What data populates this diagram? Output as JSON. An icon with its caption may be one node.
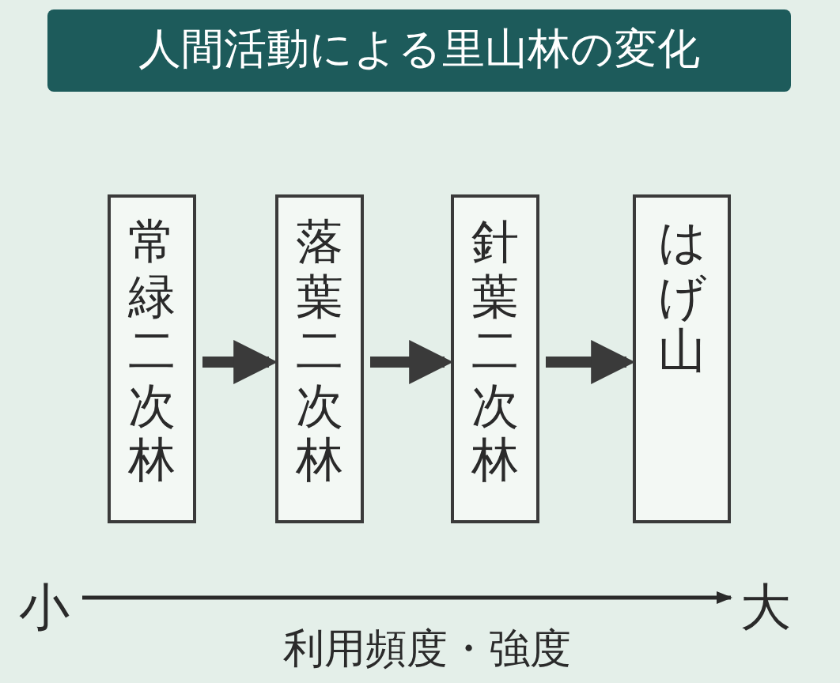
{
  "diagram": {
    "title": "人間活動による里山林の変化",
    "nodes": [
      {
        "text": [
          "常緑二次林"
        ]
      },
      {
        "text": [
          "落葉二次林"
        ]
      },
      {
        "text": [
          "針葉二次林"
        ]
      },
      {
        "text": [
          "はげ山"
        ]
      }
    ],
    "edges": [
      {
        "from": 0,
        "to": 1,
        "arrow": "to"
      },
      {
        "from": 1,
        "to": 2,
        "arrow": "to"
      },
      {
        "from": 2,
        "to": 3,
        "arrow": "to"
      }
    ],
    "labels": [
      "小",
      "大",
      "利用頻度・強度"
    ]
  }
}
